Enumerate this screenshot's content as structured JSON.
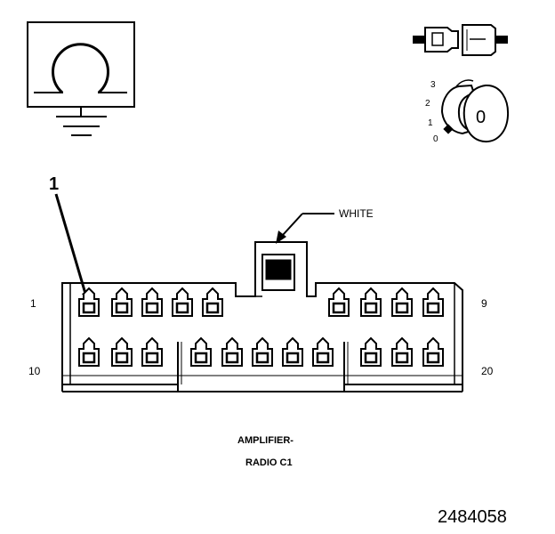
{
  "callout_number": "1",
  "color_label": "WHITE",
  "pin_labels": {
    "top_left": "1",
    "top_right": "9",
    "bottom_left": "10",
    "bottom_right": "20"
  },
  "connector_name": {
    "line1": "AMPLIFIER-",
    "line2": "RADIO C1"
  },
  "ignition_positions": [
    "3",
    "2",
    "1",
    "0"
  ],
  "ignition_key_label": "0",
  "figure_id": "2484058",
  "icons": {
    "ground": "ohm-ground-symbol-icon",
    "connector": "inline-connector-icon",
    "ignition": "ignition-key-icon"
  }
}
